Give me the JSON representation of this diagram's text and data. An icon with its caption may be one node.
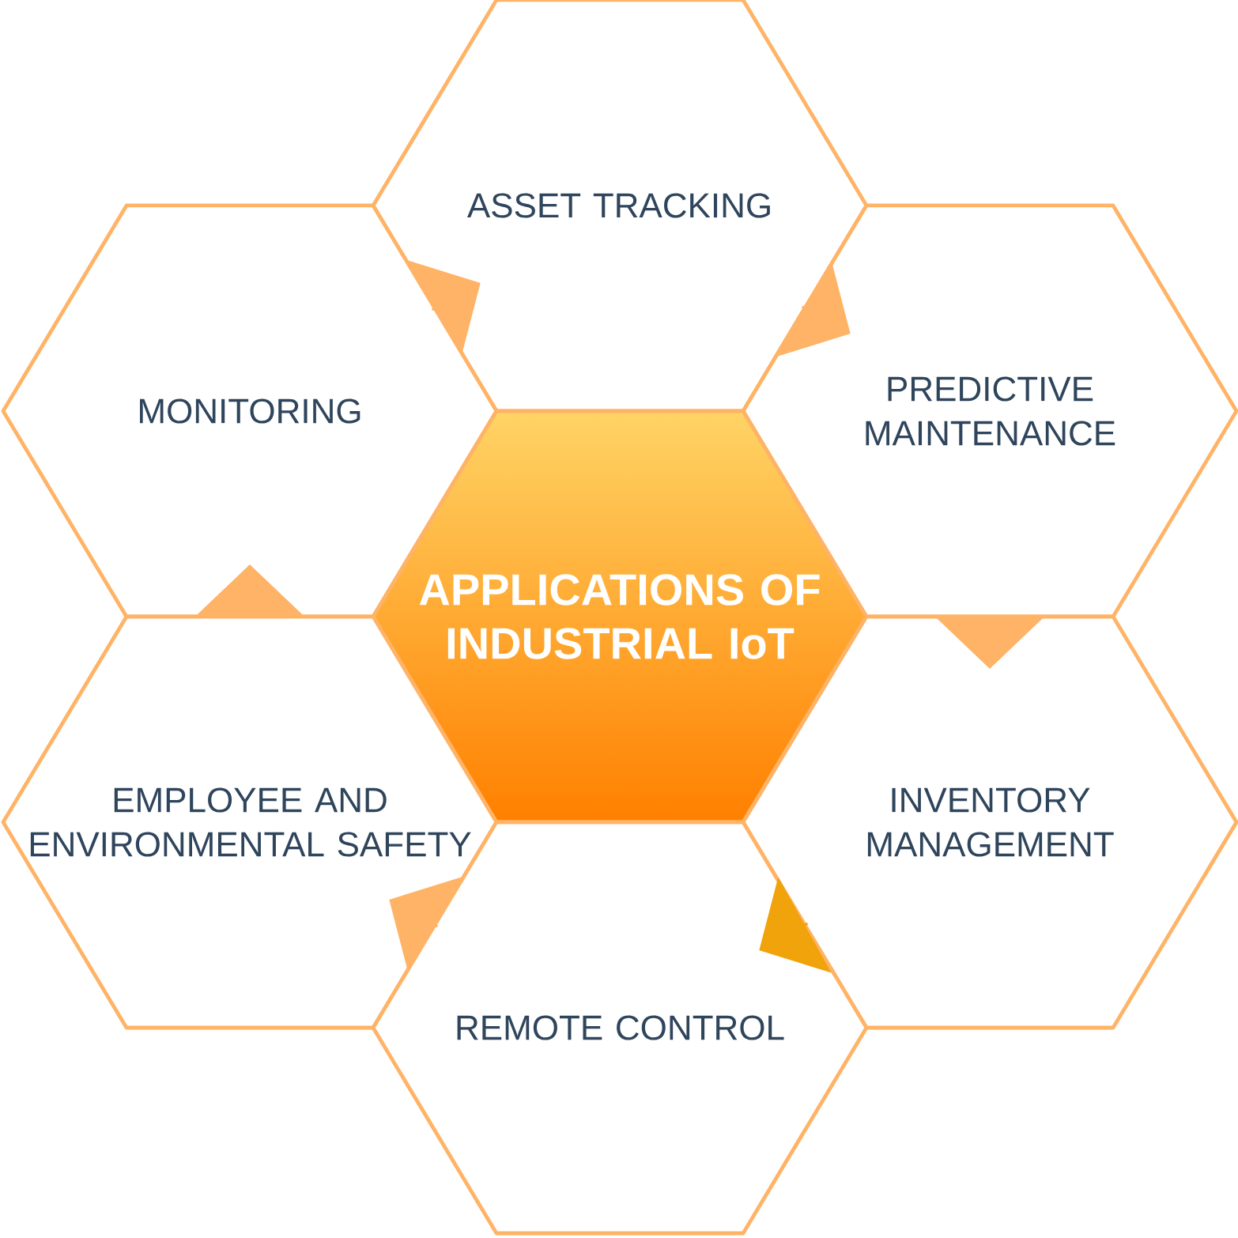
{
  "diagram": {
    "nodes": [
      {
        "text": [
          "ASSET TRACKING"
        ]
      },
      {
        "text": [
          "MONITORING"
        ]
      },
      {
        "text": [
          "PREDICTIVE MAINTENANCE"
        ]
      },
      {
        "text": [
          "APPLICATIONS OF INDUSTRIAL IoT"
        ]
      },
      {
        "text": [
          "EMPLOYEE AND ENVIRONMENTAL SAFETY"
        ]
      },
      {
        "text": [
          "INVENTORY MANAGEMENT"
        ]
      },
      {
        "text": [
          "REMOTE CONTROL"
        ]
      }
    ],
    "edges": [
      {
        "from": 1,
        "to": 0,
        "arrow": "to"
      },
      {
        "from": 0,
        "to": 2,
        "arrow": "to"
      },
      {
        "from": 2,
        "to": 5,
        "arrow": "to"
      },
      {
        "from": 5,
        "to": 6,
        "arrow": "to",
        "color": "#f0a30a"
      },
      {
        "from": 6,
        "to": 4,
        "arrow": "to"
      },
      {
        "from": 4,
        "to": 1,
        "arrow": "to"
      }
    ]
  }
}
